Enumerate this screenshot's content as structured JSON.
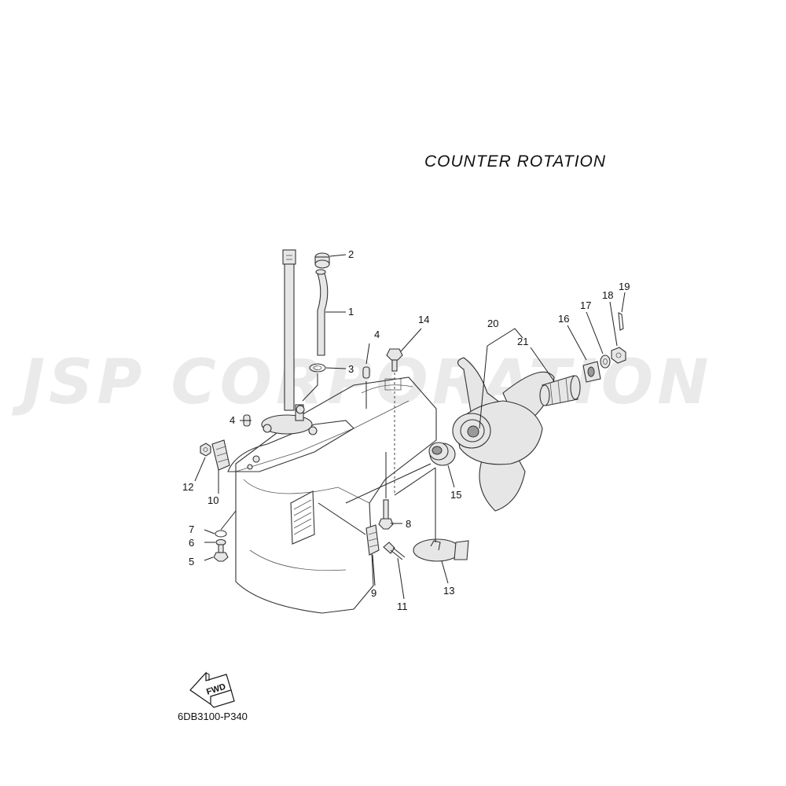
{
  "diagram": {
    "title": "COUNTER  ROTATION",
    "doc_id": "6DB3100-P340",
    "watermark": "JSP CORPORATION",
    "fwd_label": "FWD",
    "part_labels": [
      "1",
      "2",
      "3",
      "4",
      "4",
      "5",
      "6",
      "7",
      "8",
      "9",
      "10",
      "11",
      "12",
      "13",
      "14",
      "15",
      "16",
      "17",
      "18",
      "19",
      "20",
      "21"
    ]
  },
  "icons": {
    "fwd": "fwd-arrow-icon"
  },
  "colors": {
    "ink": "#111111",
    "watermark": "#c9c9c9"
  }
}
